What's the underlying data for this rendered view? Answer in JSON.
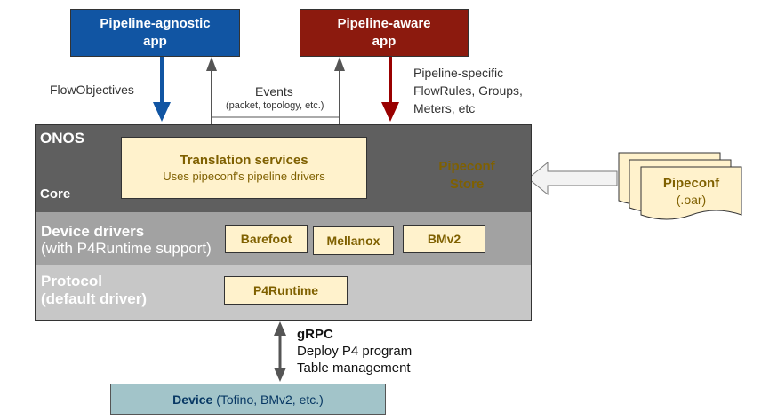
{
  "apps": {
    "agnostic": {
      "line1": "Pipeline-agnostic",
      "line2": "app"
    },
    "aware": {
      "line1": "Pipeline-aware",
      "line2": "app"
    }
  },
  "labels": {
    "flow_objectives": "FlowObjectives",
    "events": "Events",
    "events_sub": "(packet, topology, etc.)",
    "pipeline_specific": [
      "Pipeline-specific",
      "FlowRules, Groups,",
      "Meters, etc"
    ]
  },
  "core": {
    "title": "ONOS",
    "core_label": "Core",
    "translation_title": "Translation services",
    "translation_sub": "Uses pipeconf's pipeline drivers",
    "store_line1": "Pipeconf",
    "store_line2": "Store"
  },
  "drivers": {
    "title_line1": "Device drivers",
    "title_line2": "(with P4Runtime support)",
    "items": [
      "Barefoot",
      "Mellanox",
      "BMv2"
    ]
  },
  "protocol": {
    "title_line1": "Protocol",
    "title_line2": "(default driver)",
    "item": "P4Runtime"
  },
  "pipeconf_file": {
    "line1": "Pipeconf",
    "line2": "(.oar)"
  },
  "grpc": {
    "title": "gRPC",
    "line1": "Deploy P4 program",
    "line2": "Table management"
  },
  "device": {
    "bold": "Device",
    "rest": " (Tofino, BMv2, etc.)"
  },
  "colors": {
    "agnostic": "#1155a3",
    "aware": "#8c1a0e",
    "core": "#5f5f5f",
    "drivers": "#a2a2a2",
    "protocol": "#c7c7c7",
    "yellow": "#fff2cc",
    "device": "#a2c4c9"
  }
}
